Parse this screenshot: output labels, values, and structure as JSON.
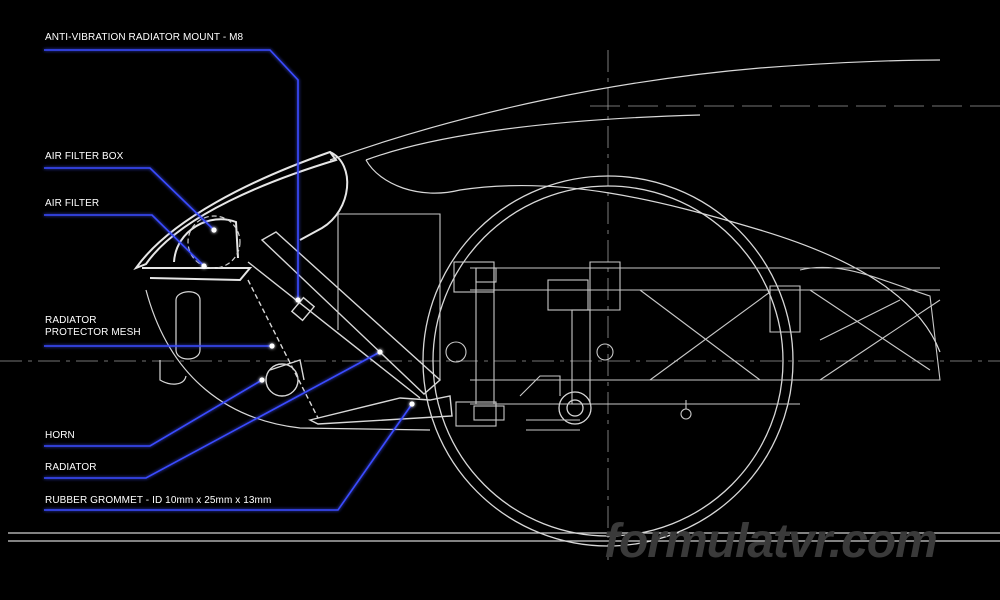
{
  "labels": {
    "anti_vibration_mount": "ANTI-VIBRATION RADIATOR MOUNT - M8",
    "air_filter_box": "AIR FILTER BOX",
    "air_filter": "AIR FILTER",
    "radiator_protector_mesh": "RADIATOR\nPROTECTOR MESH",
    "horn": "HORN",
    "radiator": "RADIATOR",
    "rubber_grommet": "RUBBER GROMMET - ID 10mm x 25mm x 13mm"
  },
  "watermark": "formulatvr.com",
  "colors": {
    "background": "#000000",
    "linework": "#d8d8d8",
    "leader": "#3a4cff",
    "leader_glow": "#8a9bff",
    "label_text": "#ffffff",
    "watermark": "#3a3a3a"
  }
}
